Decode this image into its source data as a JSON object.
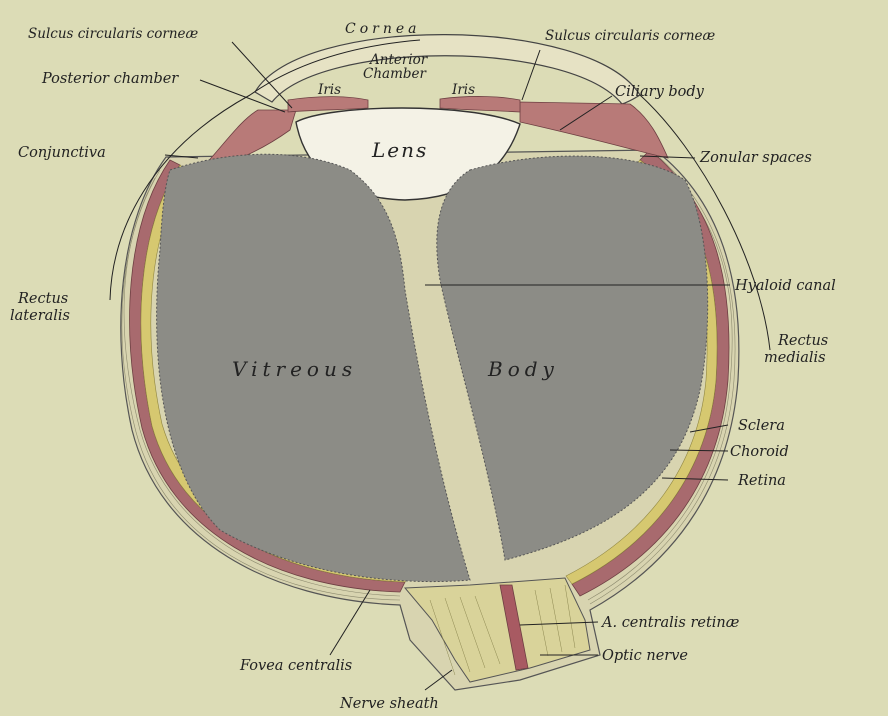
{
  "figure": {
    "labels": {
      "sulcus_left": "Sulcus circularis corneæ",
      "sulcus_right": "Sulcus circularis corneæ",
      "cornea": "Cornea",
      "anterior_chamber_1": "Anterior",
      "anterior_chamber_2": "Chamber",
      "posterior_chamber": "Posterior chamber",
      "iris_left": "Iris",
      "iris_right": "Iris",
      "ciliary_body": "Ciliary body",
      "conjunctiva": "Conjunctiva",
      "lens": "Lens",
      "zonular_spaces": "Zonular spaces",
      "hyaloid_canal": "Hyaloid canal",
      "rectus_lateralis_1": "Rectus",
      "rectus_lateralis_2": "lateralis",
      "rectus_medialis_1": "Rectus",
      "rectus_medialis_2": "medialis",
      "vitreous": "Vitreous",
      "body": "Body",
      "sclera": "Sclera",
      "choroid": "Choroid",
      "retina": "Retina",
      "a_centralis": "A. centralis retinæ",
      "optic_nerve": "Optic nerve",
      "fovea_centralis": "Fovea centralis",
      "nerve_sheath": "Nerve sheath"
    },
    "colors": {
      "background": "#dcdcb6",
      "vitreous": "#8c8c86",
      "sclera": "#d8d4b0",
      "choroid": "#a86a6e",
      "retina": "#d6c870",
      "ciliary": "#b87a78",
      "lens": "#f4f2e6",
      "nerve": "#d9d39a",
      "artery": "#a85a62"
    }
  }
}
